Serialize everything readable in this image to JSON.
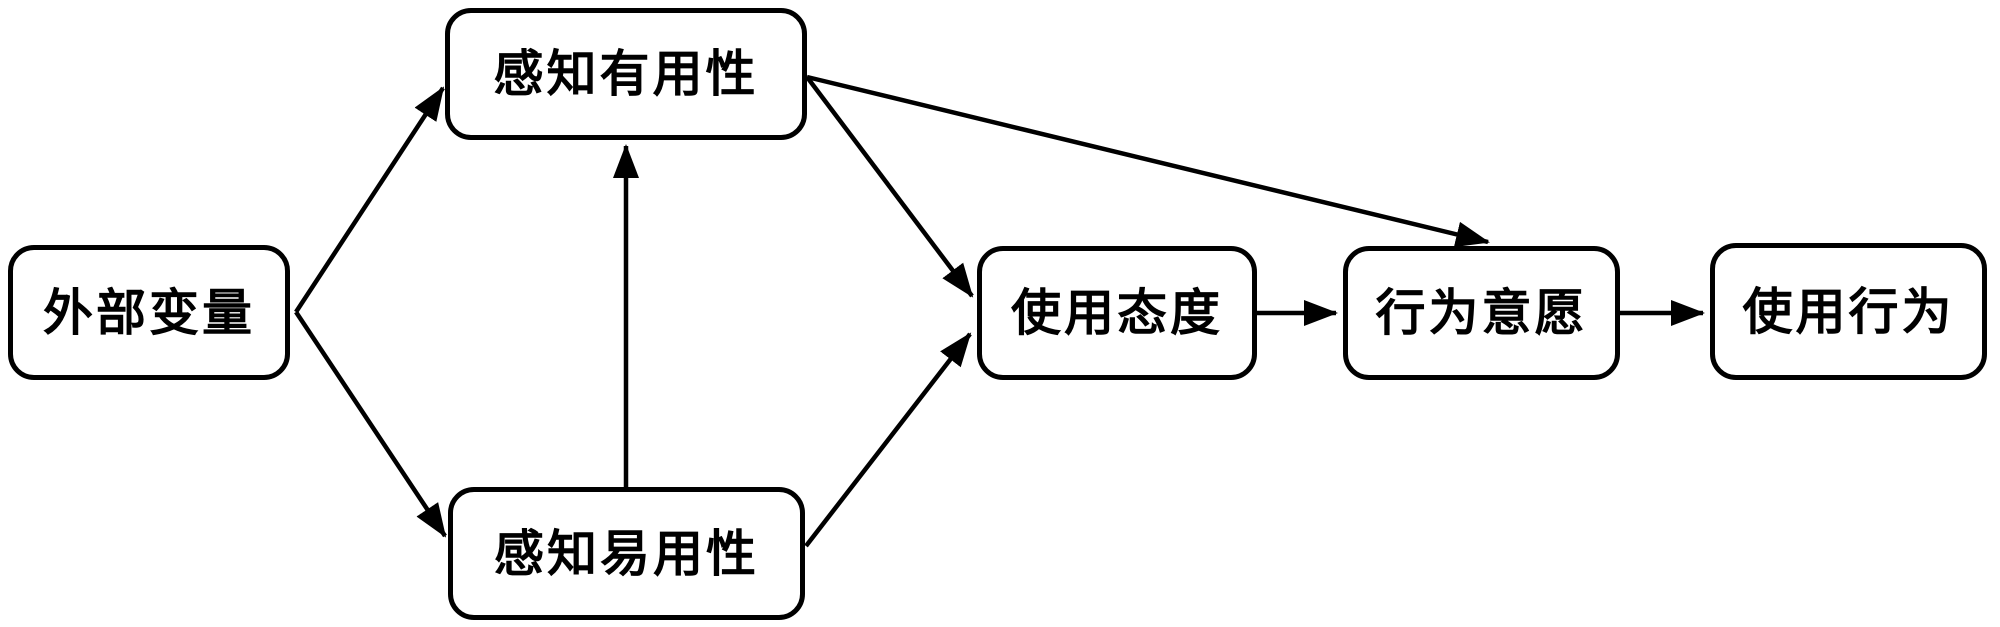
{
  "diagram": {
    "type": "flowchart",
    "background_color": "#ffffff",
    "line_color": "#000000",
    "box_fill_color": "#ffffff",
    "box_border_color": "#000000",
    "nodes": {
      "external_variables": {
        "label": "外部变量"
      },
      "perceived_usefulness": {
        "label": "感知有用性"
      },
      "perceived_ease_of_use": {
        "label": "感知易用性"
      },
      "attitude_toward_using": {
        "label": "使用态度"
      },
      "behavioral_intention": {
        "label": "行为意愿"
      },
      "usage_behavior": {
        "label": "使用行为"
      }
    },
    "edges": [
      {
        "from": "external_variables",
        "to": "perceived_usefulness"
      },
      {
        "from": "external_variables",
        "to": "perceived_ease_of_use"
      },
      {
        "from": "perceived_ease_of_use",
        "to": "perceived_usefulness"
      },
      {
        "from": "perceived_usefulness",
        "to": "attitude_toward_using"
      },
      {
        "from": "perceived_ease_of_use",
        "to": "attitude_toward_using"
      },
      {
        "from": "perceived_usefulness",
        "to": "behavioral_intention"
      },
      {
        "from": "attitude_toward_using",
        "to": "behavioral_intention"
      },
      {
        "from": "behavioral_intention",
        "to": "usage_behavior"
      }
    ]
  }
}
